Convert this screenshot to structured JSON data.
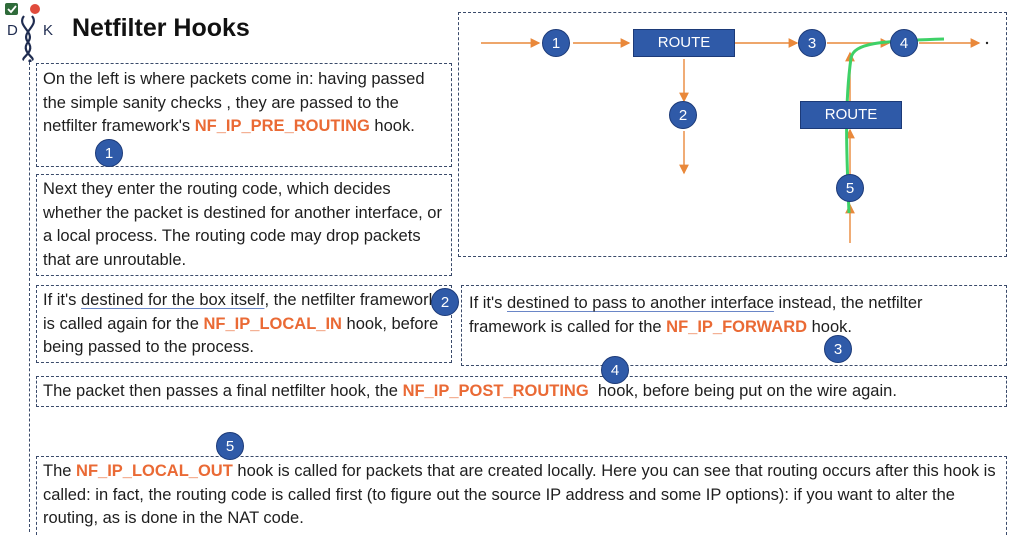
{
  "logo": {
    "letter_left": "D",
    "letter_right": "K"
  },
  "title": "Netfilter Hooks",
  "diagram": {
    "route_top": "ROUTE",
    "route_right": "ROUTE",
    "n1": "1",
    "n2": "2",
    "n3": "3",
    "n4": "4",
    "n5": "5",
    "arrow_color": "#e9883a",
    "path_color": "#3ed167"
  },
  "para1": {
    "before": "On the left is where packets come in: having passed the simple sanity checks , they are passed to the netfilter framework's ",
    "hook": "NF_IP_PRE_ROUTING",
    "after": " hook.",
    "badge": "1"
  },
  "para2": {
    "text": "Next they enter the routing code, which decides whether the packet is destined for another interface, or a local process. The routing code may drop packets that are unroutable."
  },
  "para3": {
    "prefix": "If it's ",
    "underlined": "destined for the box itself",
    "middle": ", the netfilter framework is called again for the ",
    "hook": "NF_IP_LOCAL_IN",
    "after": " hook, before being passed to the process.",
    "badge": "2"
  },
  "para4": {
    "prefix": "If it's ",
    "underlined": "destined to pass to another interface",
    "middle": " instead, the netfilter framework is called for the ",
    "hook": "NF_IP_FORWARD",
    "after": " hook.",
    "badge": "3"
  },
  "para5": {
    "before": "The packet then passes a final netfilter hook, the ",
    "hook": "NF_IP_POST_ROUTING",
    "after": "  hook, before being put on the wire again.",
    "badge": "4"
  },
  "para6": {
    "before": "The ",
    "hook": "NF_IP_LOCAL_OUT",
    "after": " hook is called for packets that are created locally. Here you can see that routing occurs after this hook is called: in fact, the routing code is called first (to figure out the source IP address and some IP options): if you want to alter the routing, as is done in the NAT code.",
    "badge": "5"
  }
}
